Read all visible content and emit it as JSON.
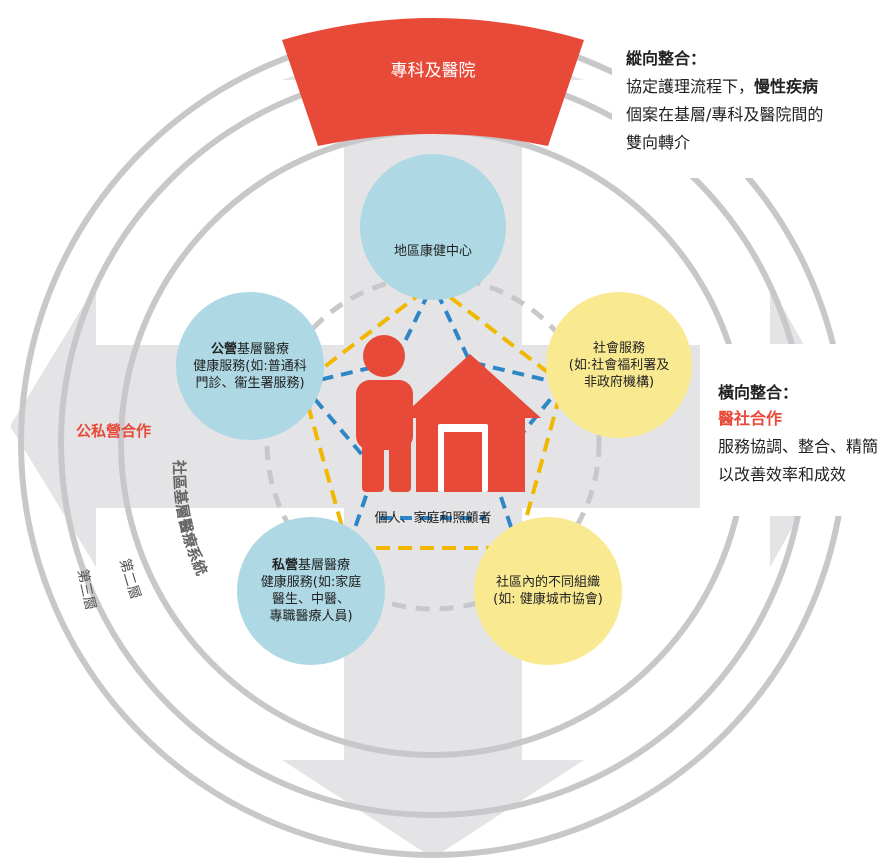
{
  "top_arc": {
    "label": "專科及醫院"
  },
  "vertical_integration": {
    "title": "縱向整合：",
    "line1_prefix": "協定護理流程下，",
    "line1_bold": "慢性疾病",
    "line2": "個案在基層/專科及醫院間的",
    "line3": "雙向轉介"
  },
  "horizontal_integration": {
    "title": "橫向整合：",
    "subtitle": "醫社合作",
    "line1": "服務協調、整合、精簡",
    "line2": "以改善效率和成效"
  },
  "public_private": {
    "label": "公私營合作"
  },
  "ring_labels": {
    "layer1": "社區基層醫療系統",
    "layer2": "第二層",
    "layer3": "第三層"
  },
  "nodes": {
    "dhc": {
      "label": "地區康健中心"
    },
    "public_phc": {
      "bold": "公營",
      "title_rest": "基層醫療",
      "line2": "健康服務(如:普通科",
      "line3": "門診、衞生署服務)"
    },
    "social": {
      "line1": "社會服務",
      "line2": "(如:社會福利署及",
      "line3": "非政府機構)"
    },
    "private_phc": {
      "bold": "私營",
      "title_rest": "基層醫療",
      "line2": "健康服務(如:家庭",
      "line3": "醫生、中醫、",
      "line4": "專職醫療人員)"
    },
    "community": {
      "line1": "社區內的不同組織",
      "line2": "(如: 健康城市協會)"
    }
  },
  "center": {
    "label": "個人、家庭和照顧者"
  },
  "colors": {
    "red": "#e84a3a",
    "blue_node": "#add8e4",
    "yellow_node": "#f9ea92",
    "ring": "#c8c8ca",
    "arrow": "#e4e4e6",
    "dash_yellow": "#f0b800",
    "dash_blue": "#2f86c6"
  }
}
